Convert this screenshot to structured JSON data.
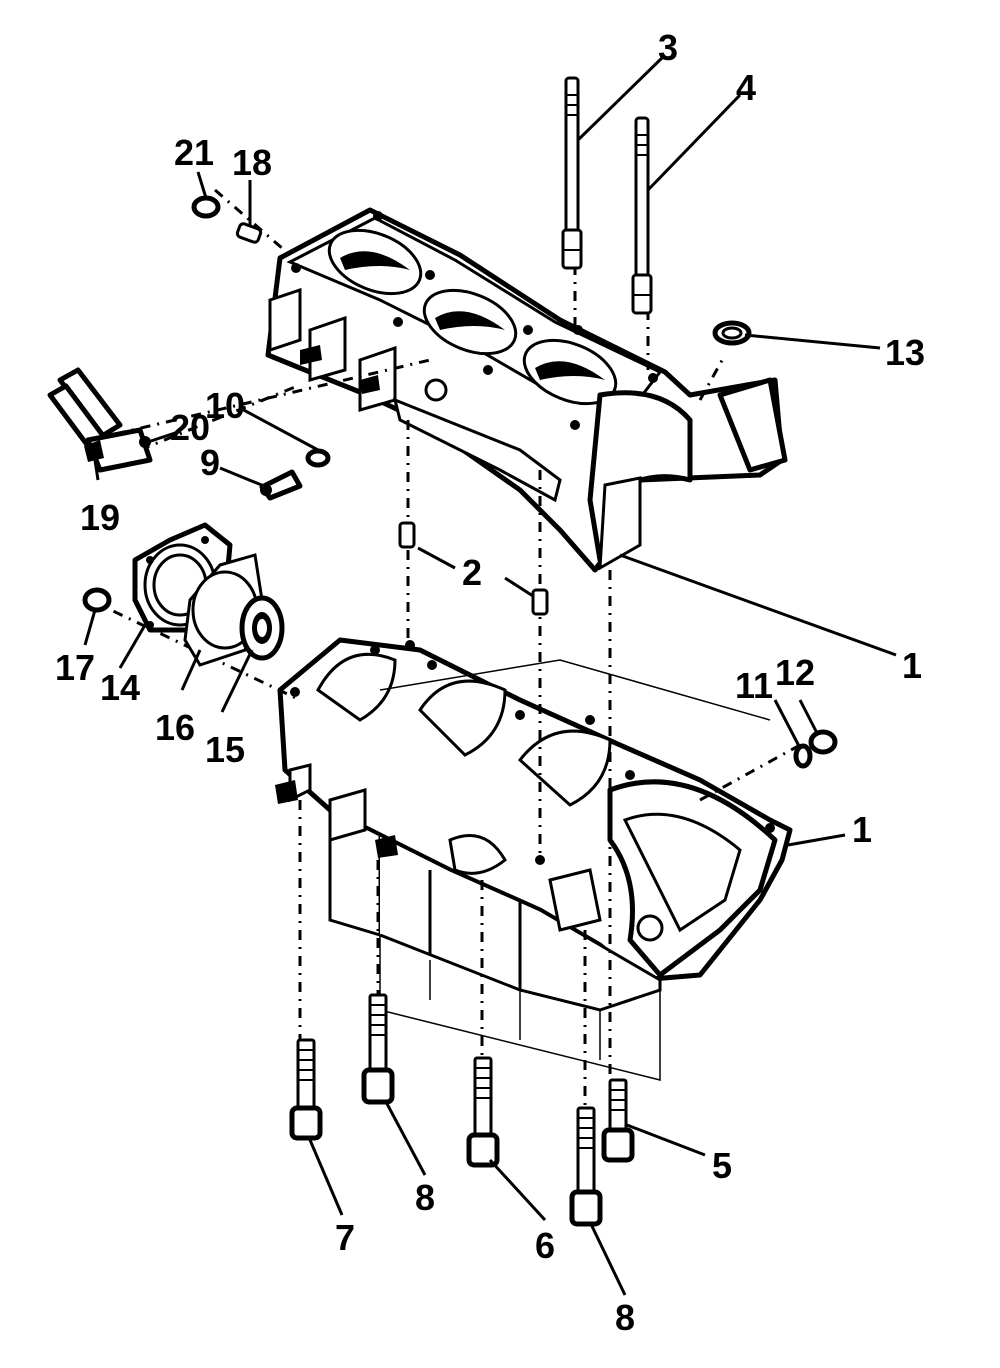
{
  "callouts": {
    "c1_upper": "1",
    "c1_lower": "1",
    "c2": "2",
    "c3": "3",
    "c4": "4",
    "c5": "5",
    "c6": "6",
    "c7": "7",
    "c8_mid": "8",
    "c8_bottom": "8",
    "c9": "9",
    "c10": "10",
    "c11": "11",
    "c12": "12",
    "c13": "13",
    "c14": "14",
    "c15": "15",
    "c16": "16",
    "c17": "17",
    "c18": "18",
    "c19": "19",
    "c20": "20",
    "c21": "21"
  },
  "colors": {
    "ink": "#000000",
    "paper": "#ffffff"
  }
}
